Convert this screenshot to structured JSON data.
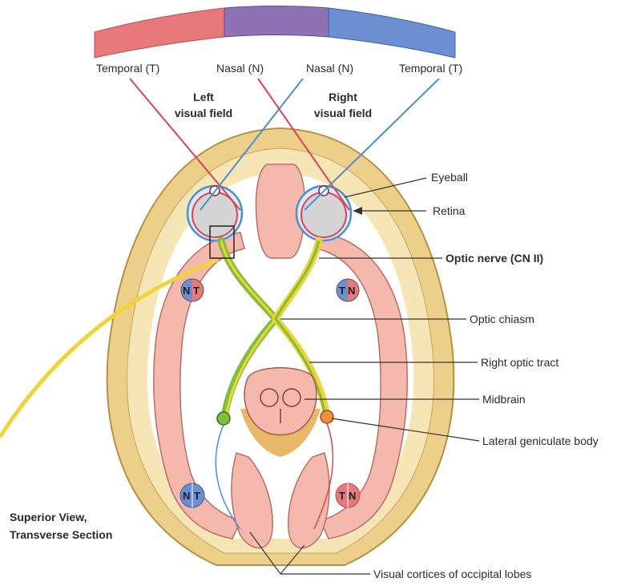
{
  "field_labels": {
    "left_temporal": "Temporal (T)",
    "left_nasal": "Nasal (N)",
    "right_nasal": "Nasal (N)",
    "right_temporal": "Temporal (T)"
  },
  "visual_fields": {
    "left_line1": "Left",
    "left_line2": "visual field",
    "right_line1": "Right",
    "right_line2": "visual field"
  },
  "callouts": {
    "eyeball": "Eyeball",
    "retina": "Retina",
    "optic_nerve": "Optic nerve (CN II)",
    "optic_chiasm": "Optic chiasm",
    "right_optic_tract": "Right optic tract",
    "midbrain": "Midbrain",
    "lateral_geniculate": "Lateral geniculate body",
    "visual_cortices": "Visual cortices of occipital lobes"
  },
  "view_caption": {
    "line1": "Superior View,",
    "line2": "Transverse Section"
  },
  "quadrant_markers": {
    "n": "N",
    "t": "T"
  },
  "colors": {
    "left_field_band": "#e8797a",
    "middle_band": "#8e72b3",
    "right_field_band": "#6b8fd0",
    "temporal_ray": "#d8435a",
    "nasal_ray": "#4a8fd0",
    "optic_green": "#7fbf3a",
    "optic_yellow": "#f2d23a",
    "bone": "#e9c978",
    "brain_tissue": "#f4b8ad"
  }
}
